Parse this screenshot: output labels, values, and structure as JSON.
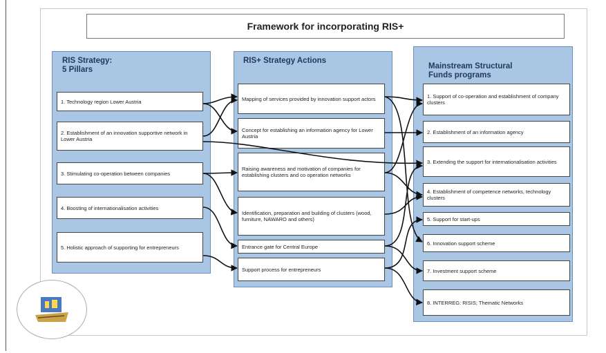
{
  "title": "Framework for incorporating RIS+",
  "left": {
    "title": "RIS Strategy:\n5 Pillars",
    "items": [
      "1. Technology region Lower Austria",
      "2. Establishment of an innovation supportive network in Lower Austria",
      "3. Stimulating co-operation between companies",
      "4. Boosting of internationalisation activities",
      "5. Holistic approach of supporting for entrepreneurs"
    ]
  },
  "middle": {
    "title": "RIS+ Strategy Actions",
    "items": [
      "Mapping of services provided by innovation support actors",
      "Concept for establishing an information agency for Lower Austria",
      "Raising awareness and motivation of companies for establishing clusters and co operation networks",
      "Identification, preparation and building of clusters (wood, furniture, NAWARO and others)",
      "Entrance gate for Central Europe",
      "Support process for entrepreneurs"
    ]
  },
  "right": {
    "title": "Mainstream Structural\nFunds programs",
    "items": [
      "1. Support of co-operation and establishment of company clusters",
      "2. Establishment of an information agency",
      "3. Extending the support for internationalisation activities",
      "4. Establishment of competence networks, technology clusters",
      "5. Support for start-ups",
      "6. Innovation support scheme",
      "7. Investment support scheme",
      "8. INTERREG: RISIS; Thematic Networks"
    ]
  },
  "colors": {
    "column": "#a9c6e4",
    "column_border": "#6a8fb8",
    "arrow": "#111111"
  }
}
